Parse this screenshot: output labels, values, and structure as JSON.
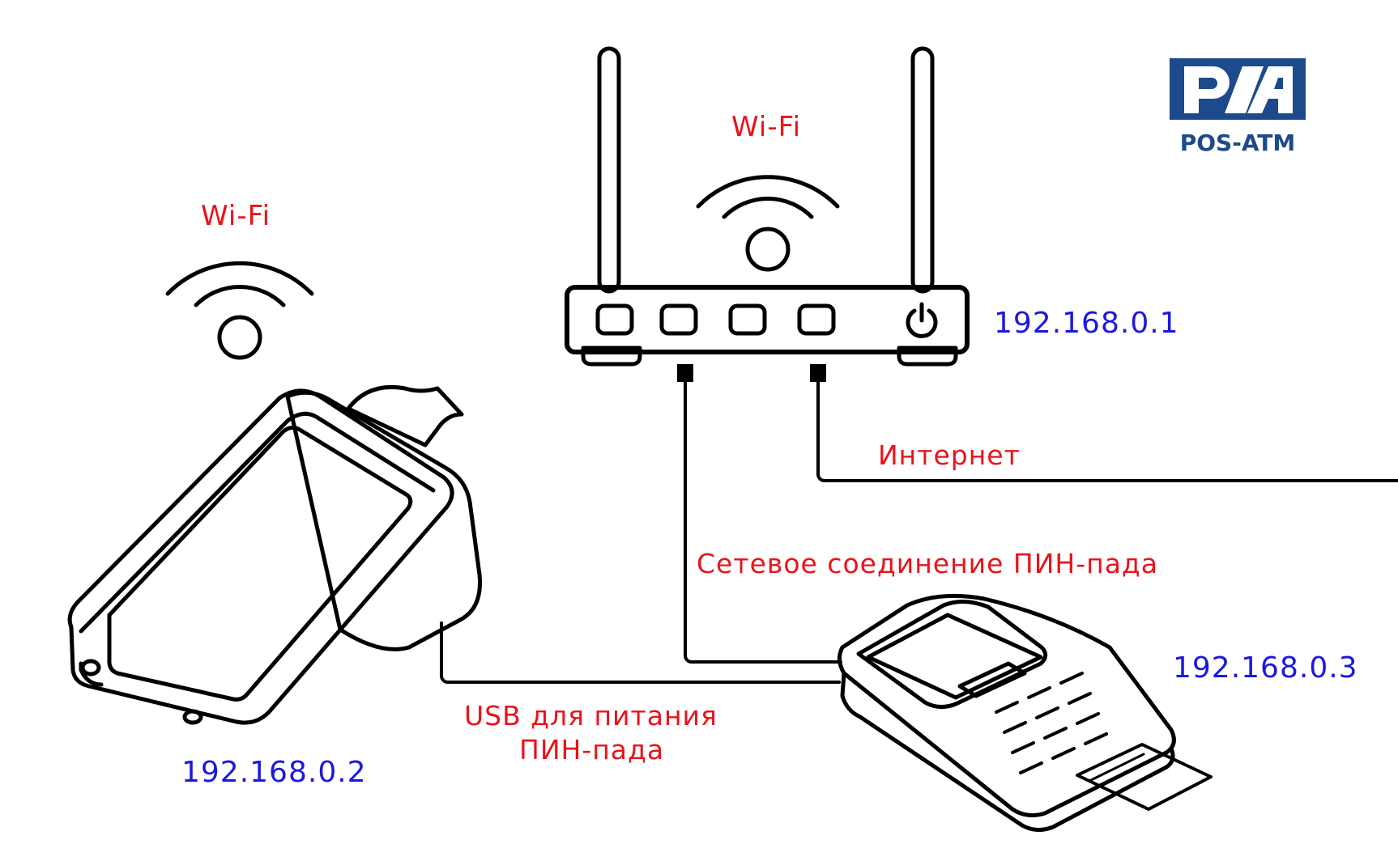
{
  "logo": {
    "name": "POS-ATM",
    "color": "#1d4a8c"
  },
  "labels": {
    "wifi_router": "Wi-Fi",
    "wifi_terminal": "Wi-Fi",
    "router_ip": "192.168.0.1",
    "terminal_ip": "192.168.0.2",
    "pinpad_ip": "192.168.0.3",
    "internet": "Интернет",
    "pinpad_network": "Сетевое соединение ПИН-пада",
    "usb_line1": "USB для питания",
    "usb_line2": "ПИН-пада"
  },
  "colors": {
    "caption": "#e8141b",
    "ip": "#1c18e0",
    "line": "#000000"
  },
  "icons": [
    "wifi-icon",
    "router-icon",
    "power-icon",
    "pos-terminal-icon",
    "pin-pad-icon",
    "logo-icon"
  ]
}
